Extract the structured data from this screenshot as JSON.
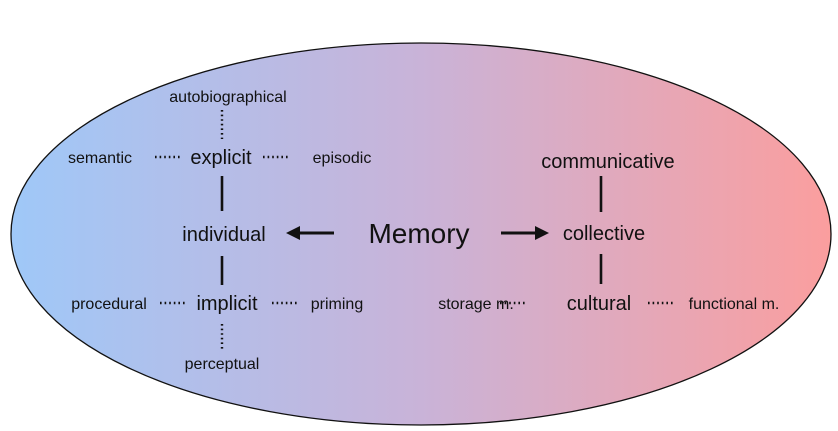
{
  "center": "Memory",
  "individual": {
    "label": "individual",
    "explicit": {
      "label": "explicit",
      "top": "autobiographical",
      "left": "semantic",
      "right": "episodic"
    },
    "implicit": {
      "label": "implicit",
      "bottom": "perceptual",
      "left": "procedural",
      "right": "priming"
    }
  },
  "collective": {
    "label": "collective",
    "communicative": "communicative",
    "cultural": {
      "label": "cultural",
      "left": "storage m.",
      "right": "functional m."
    }
  },
  "colors": {
    "ellipse_left": "#9fc8f8",
    "ellipse_mid": "#c9b3d8",
    "ellipse_right": "#fb9e9e",
    "outline": "#111111"
  }
}
